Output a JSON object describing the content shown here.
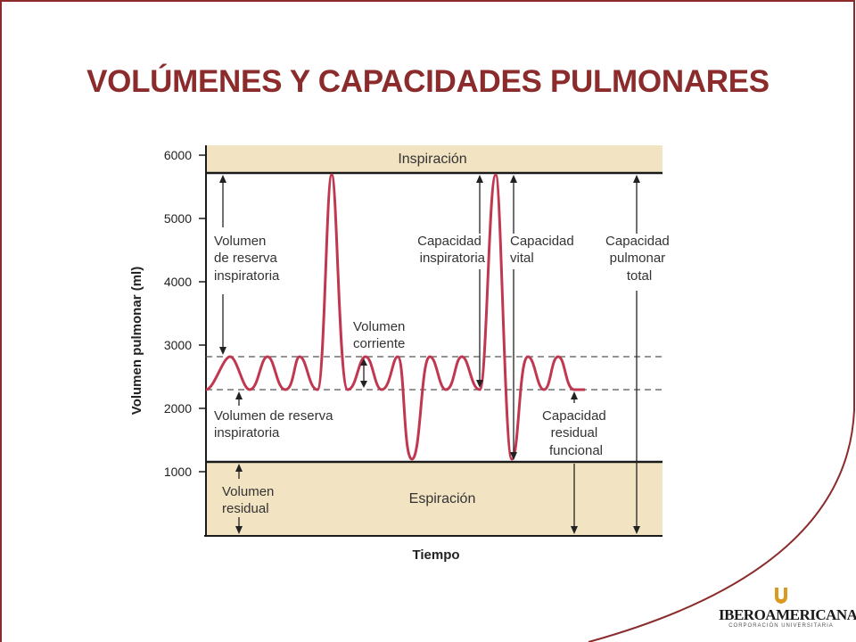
{
  "colors": {
    "title": "#8b2b2b",
    "frame": "#8b2b2b",
    "band": "#f2e4c2",
    "curve": "#c03850",
    "axis": "#1a1a1a",
    "logo_text": "#1a1a1a",
    "logo_mark": "#d99a1e"
  },
  "title": "VOLÚMENES Y CAPACIDADES PULMONARES",
  "diagram": {
    "y_axis_label": "Volumen pulmonar (ml)",
    "x_axis_label": "Tiempo",
    "y_ticks": [
      {
        "value": 6000,
        "label": "6000"
      },
      {
        "value": 5000,
        "label": "5000"
      },
      {
        "value": 4000,
        "label": "4000"
      },
      {
        "value": 3000,
        "label": "3000"
      },
      {
        "value": 2000,
        "label": "2000"
      },
      {
        "value": 1000,
        "label": "1000"
      }
    ],
    "band_top": "Inspiración",
    "band_bottom": "Espiración",
    "labels": {
      "irv": [
        "Volumen",
        "de reserva",
        "inspiratoria"
      ],
      "tidal": [
        "Volumen",
        "corriente"
      ],
      "erv": [
        "Volumen de reserva",
        "inspiratoria"
      ],
      "residual": [
        "Volumen",
        "residual"
      ],
      "insp_capacity": [
        "Capacidad",
        "inspiratoria"
      ],
      "vital_capacity": [
        "Capacidad",
        "vital"
      ],
      "total_capacity": [
        "Capacidad",
        "pulmonar",
        "total"
      ],
      "frc": [
        "Capacidad",
        "residual",
        "funcional"
      ]
    }
  },
  "logo": {
    "name": "IBEROAMERICANA",
    "subtitle": "CORPORACIÓN UNIVERSITARIA",
    "mark_icon": "university-shield-icon"
  }
}
